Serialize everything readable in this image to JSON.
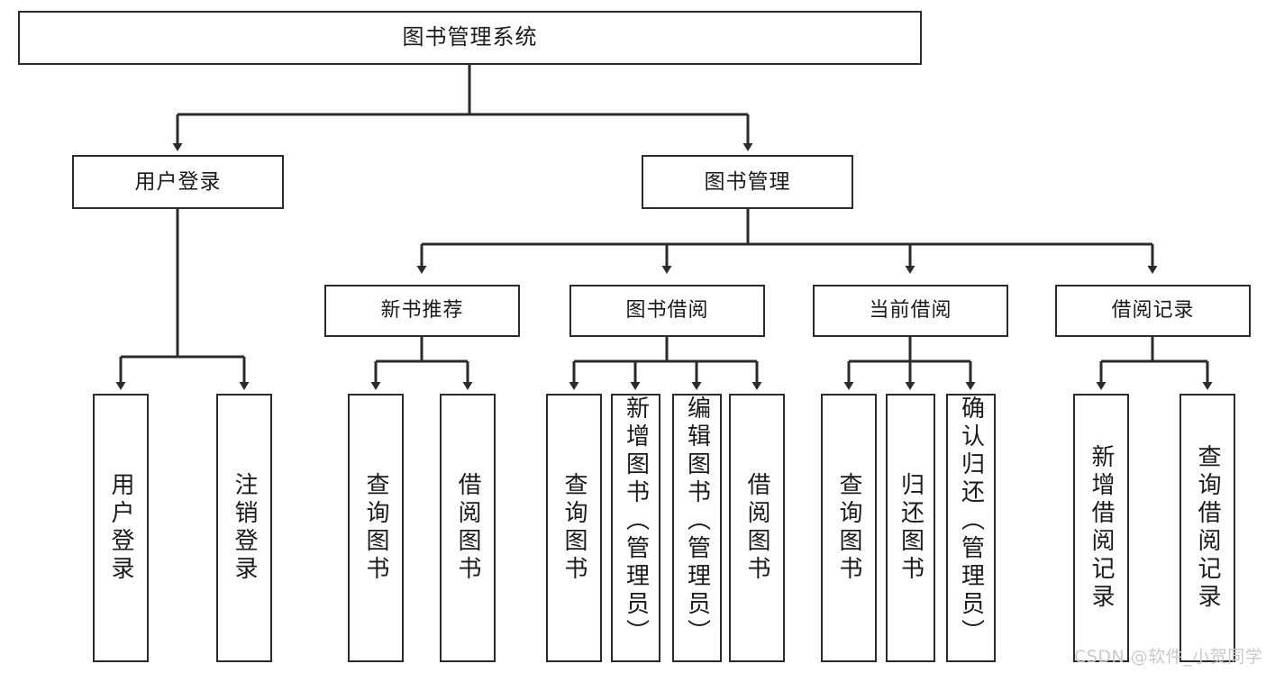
{
  "diagram": {
    "title": "图书管理系统",
    "type": "tree",
    "watermark": "CSDN @软件_小贺同学",
    "colors": {
      "stroke": "#2b2b2b",
      "fill": "#ffffff",
      "text": "#1a1a1a",
      "watermark": "#c9c9c9"
    },
    "nodes": {
      "root": {
        "label": "图书管理系统"
      },
      "level2": [
        {
          "id": "user-login",
          "label": "用户登录"
        },
        {
          "id": "book-manage",
          "label": "图书管理"
        }
      ],
      "level3": [
        {
          "id": "new-book-rec",
          "label": "新书推荐"
        },
        {
          "id": "book-borrow",
          "label": "图书借阅"
        },
        {
          "id": "current-borrow",
          "label": "当前借阅"
        },
        {
          "id": "borrow-record",
          "label": "借阅记录"
        }
      ],
      "leaves": [
        {
          "id": "leaf-user-login",
          "label": "用户登录",
          "parent": "user-login"
        },
        {
          "id": "leaf-logout",
          "label": "注销登录",
          "parent": "user-login"
        },
        {
          "id": "leaf-query-book-1",
          "label": "查询图书",
          "parent": "new-book-rec"
        },
        {
          "id": "leaf-borrow-book-1",
          "label": "借阅图书",
          "parent": "new-book-rec"
        },
        {
          "id": "leaf-query-book-2",
          "label": "查询图书",
          "parent": "book-borrow"
        },
        {
          "id": "leaf-add-book",
          "label": "新增图书（管理员）",
          "parent": "book-borrow"
        },
        {
          "id": "leaf-edit-book",
          "label": "编辑图书（管理员）",
          "parent": "book-borrow"
        },
        {
          "id": "leaf-borrow-book-2",
          "label": "借阅图书",
          "parent": "book-borrow"
        },
        {
          "id": "leaf-query-book-3",
          "label": "查询图书",
          "parent": "current-borrow"
        },
        {
          "id": "leaf-return-book",
          "label": "归还图书",
          "parent": "current-borrow"
        },
        {
          "id": "leaf-confirm-return",
          "label": "确认归还（管理员）",
          "parent": "current-borrow"
        },
        {
          "id": "leaf-add-record",
          "label": "新增借阅记录",
          "parent": "borrow-record"
        },
        {
          "id": "leaf-query-record",
          "label": "查询借阅记录",
          "parent": "borrow-record"
        }
      ]
    }
  }
}
